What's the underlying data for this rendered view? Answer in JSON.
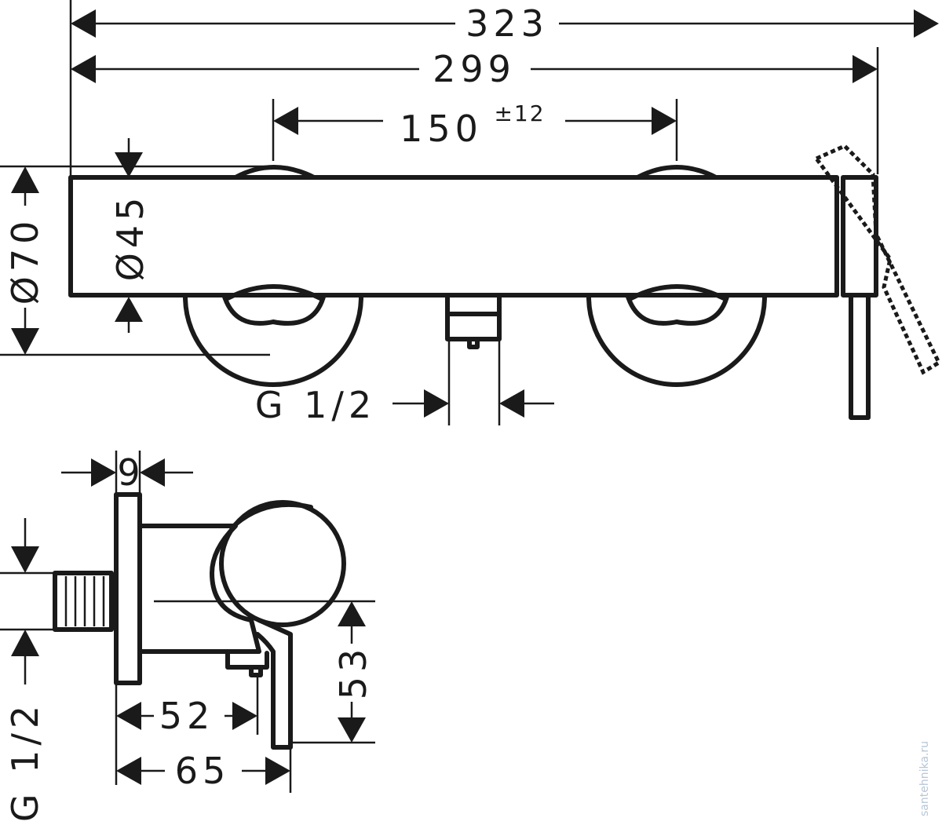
{
  "dimensions": {
    "overall_width": "323",
    "body_width": "299",
    "center_distance": "150",
    "center_tolerance": "±12",
    "cover_diameter": "Ø70",
    "body_diameter": "Ø45",
    "outlet_thread_front": "G 1/2",
    "flange_thickness": "9",
    "depth_to_outlet": "52",
    "total_depth": "65",
    "outlet_height": "53",
    "inlet_thread_side": "G 1/2"
  },
  "watermark": "santehnika.ru"
}
